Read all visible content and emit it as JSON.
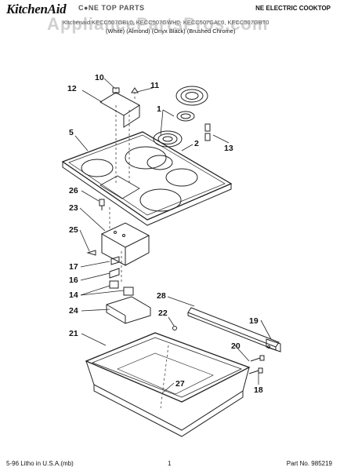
{
  "header": {
    "brand": "KitchenAid",
    "model_line": "C●NE TOP PARTS",
    "title": "NE ELECTRIC COOKTOP",
    "row1": "Kitchenaid  KECC507GBL0, KECC507GWH0, KECC507GAL0, KECC507GBT0",
    "row2": "(White)   (Almond)   (Onyx Black) (Brushed Chrome)",
    "watermark": "AppliancePartsPros.com"
  },
  "callouts": [
    "1",
    "2",
    "5",
    "10",
    "11",
    "12",
    "13",
    "14",
    "16",
    "17",
    "19",
    "20",
    "21",
    "22",
    "23",
    "24",
    "25",
    "26",
    "27",
    "28",
    "18"
  ],
  "footer": {
    "left": "5-96 Litho in U.S.A.(mb)",
    "page": "1",
    "part_no": "Part No. 985219"
  }
}
